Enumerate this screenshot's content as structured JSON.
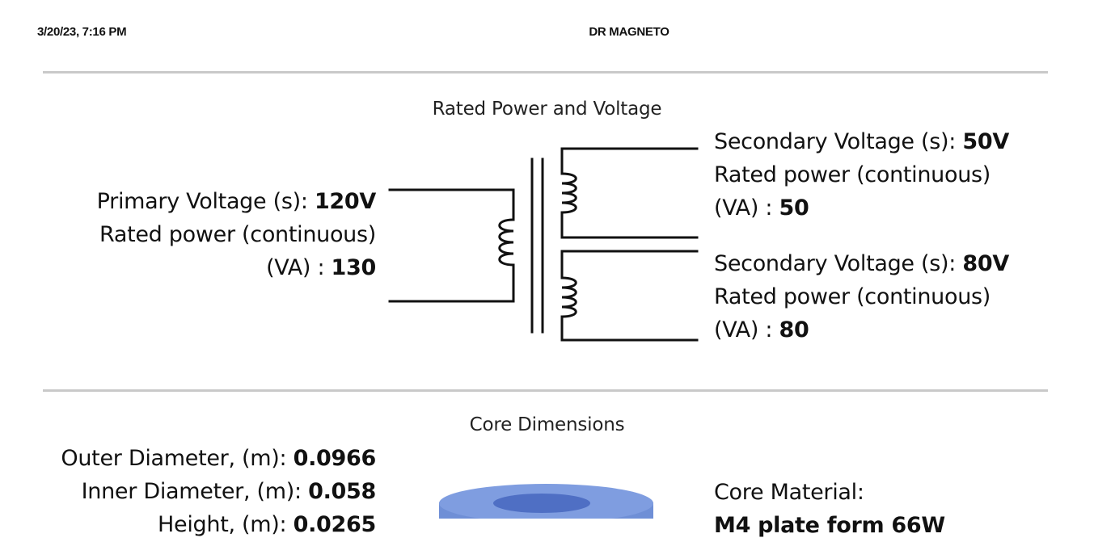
{
  "header": {
    "datetime": "3/20/23, 7:16 PM",
    "title": "DR MAGNETO"
  },
  "rated_section": {
    "title": "Rated Power and Voltage",
    "primary": {
      "voltage_label": "Primary Voltage (s): ",
      "voltage_value": "120V",
      "power_label": "Rated power (continuous)",
      "va_label": "(VA) : ",
      "va_value": "130"
    },
    "secondaries": [
      {
        "voltage_label": "Secondary Voltage (s): ",
        "voltage_value": "50V",
        "power_label": "Rated power (continuous)",
        "va_label": "(VA) : ",
        "va_value": "50"
      },
      {
        "voltage_label": "Secondary Voltage (s): ",
        "voltage_value": "80V",
        "power_label": "Rated power (continuous)",
        "va_label": "(VA) : ",
        "va_value": "80"
      }
    ]
  },
  "core_section": {
    "title": "Core Dimensions",
    "outer_label": "Outer Diameter, (m): ",
    "outer_value": "0.0966",
    "inner_label": "Inner Diameter, (m): ",
    "inner_value": "0.058",
    "height_label": "Height, (m): ",
    "height_value": "0.0265",
    "material_label": "Core Material:",
    "material_value": "M4 plate form 66W"
  },
  "colors": {
    "core_fill": "#6f8fd6",
    "core_hole": "#4f6fc4",
    "rule": "#c9c9c9"
  }
}
